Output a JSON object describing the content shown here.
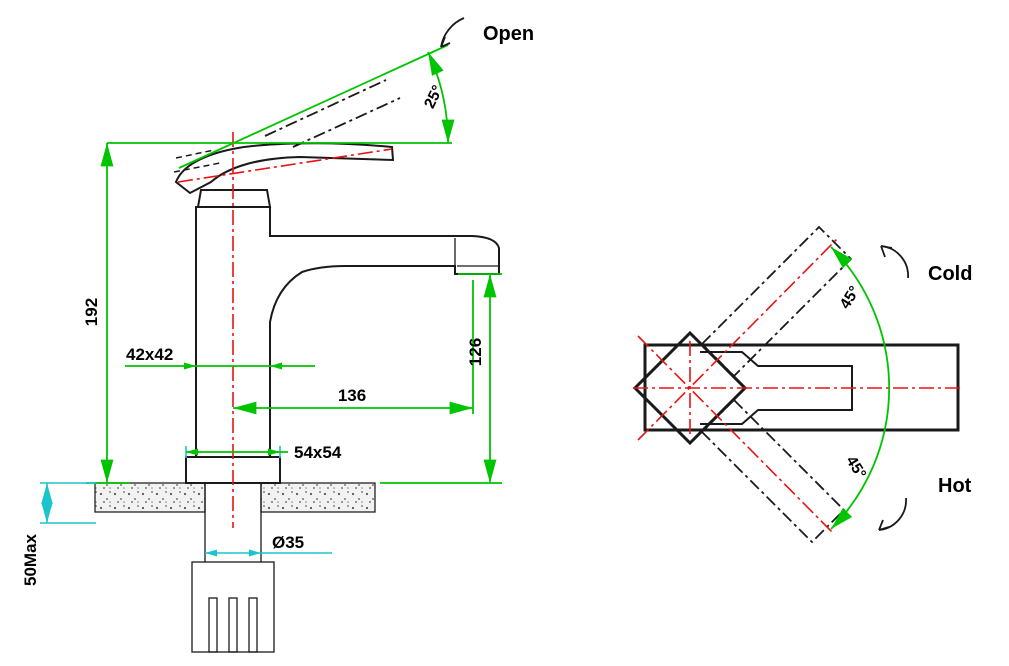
{
  "colors": {
    "background": "#ffffff",
    "outline": "#1a1a1a",
    "dimension_green": "#00c400",
    "centerline_red": "#e81313",
    "auxiliary_cyan": "#18c5cd"
  },
  "side_view": {
    "labels": {
      "open": "Open",
      "open_angle": "25°",
      "overall_height": "192",
      "body_section": "42x42",
      "spout_reach": "136",
      "spout_height": "126",
      "base_section": "54x54",
      "hole_diameter": "Ø35",
      "deck_thickness": "50Max"
    }
  },
  "top_view": {
    "labels": {
      "cold": "Cold",
      "hot": "Hot",
      "cold_angle": "45°",
      "hot_angle": "45°"
    }
  }
}
